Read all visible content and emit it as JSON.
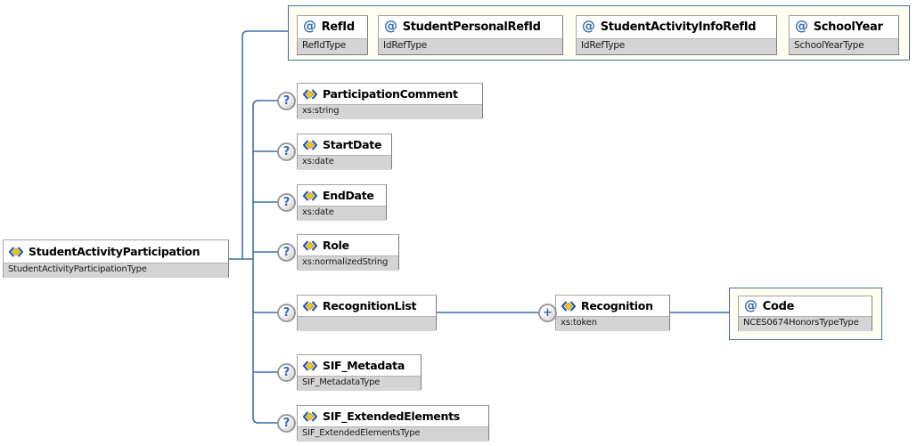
{
  "diagram": {
    "attribute_glyph": "@",
    "root": {
      "name": "StudentActivityParticipation",
      "type": "StudentActivityParticipationType"
    },
    "attribute_group": {
      "attributes": [
        {
          "name": "RefId",
          "type": "RefIdType"
        },
        {
          "name": "StudentPersonalRefId",
          "type": "IdRefType"
        },
        {
          "name": "StudentActivityInfoRefId",
          "type": "IdRefType"
        },
        {
          "name": "SchoolYear",
          "type": "SchoolYearType"
        }
      ]
    },
    "children": [
      {
        "name": "ParticipationComment",
        "type": "xs:string",
        "indicator": "?"
      },
      {
        "name": "StartDate",
        "type": "xs:date",
        "indicator": "?"
      },
      {
        "name": "EndDate",
        "type": "xs:date",
        "indicator": "?"
      },
      {
        "name": "Role",
        "type": "xs:normalizedString",
        "indicator": "?"
      },
      {
        "name": "RecognitionList",
        "type": "",
        "indicator": "?"
      },
      {
        "name": "SIF_Metadata",
        "type": "SIF_MetadataType",
        "indicator": "?"
      },
      {
        "name": "SIF_ExtendedElements",
        "type": "SIF_ExtendedElementsType",
        "indicator": "?"
      }
    ],
    "recognition": {
      "indicator": "+",
      "name": "Recognition",
      "type": "xs:token",
      "attributes": [
        {
          "name": "Code",
          "type": "NCES0674HonorsTypeType"
        }
      ]
    },
    "colors": {
      "connector_blue": "#3e6fa9",
      "group_fill": "#fffff2",
      "group_border": "#41719e",
      "box_border": "#a3a3a3",
      "type_strip_gray": "#d4d4d4",
      "glyph_blue": "#3a6cb0",
      "icon_yellow": "#f5c518",
      "icon_blue": "#2a56a0"
    }
  }
}
